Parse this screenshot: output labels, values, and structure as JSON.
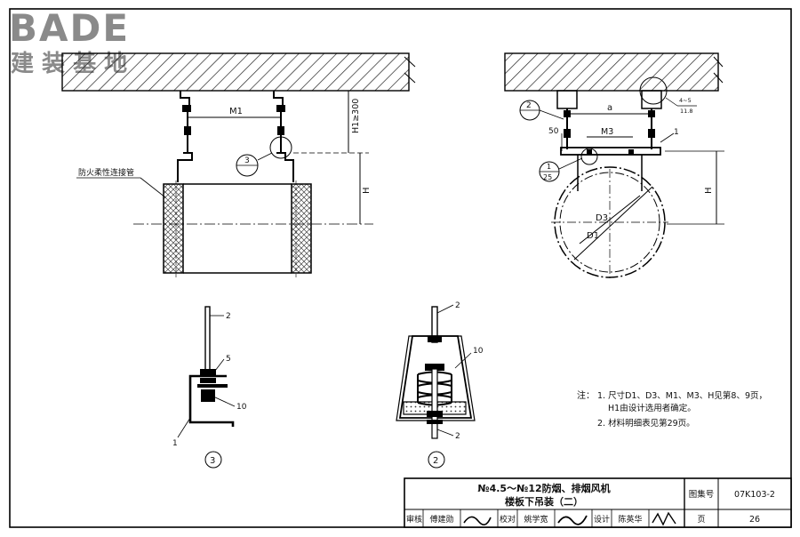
{
  "watermark": {
    "logo": "BADE",
    "subtitle": "建 装 基 地"
  },
  "left_elevation": {
    "dim_m1": "M1",
    "dim_h1": "H1≥300",
    "dim_h": "H",
    "detail_ref": "3",
    "flex_pipe_label": "防火柔性连接管"
  },
  "right_side": {
    "ref_top": "2",
    "ref_bottom": "1",
    "ref_bottom_den": "25",
    "dim_50": "50",
    "dim_a": "a",
    "dim_m3": "M3",
    "item_1": "1",
    "dim_h": "H",
    "dim_d3": "D3",
    "dim_d1": "D1",
    "ref_pair_top": "4~5",
    "ref_pair_bottom": "11.8",
    "ref_pair_text": "4~5 / 11.8"
  },
  "detail3": {
    "item_2": "2",
    "item_5": "5",
    "item_10": "10",
    "item_1": "1",
    "label": "3"
  },
  "detail2": {
    "item_2_top": "2",
    "item_10": "10",
    "item_2_bottom": "2",
    "label": "2"
  },
  "notes": {
    "heading": "注：",
    "line1": "1. 尺寸D1、D3、M1、M3、H见第8、9页，",
    "line2": "H1由设计选用者确定。",
    "line3": "2. 材料明细表见第29页。"
  },
  "title_block": {
    "title_line1": "№4.5～№12防烟、排烟风机",
    "title_line2": "楼板下吊装（二）",
    "atlas_label": "图集号",
    "atlas_no": "07K103-2",
    "review_label": "审核",
    "reviewer": "傅建勋",
    "check_label": "校对",
    "checker": "姚学宽",
    "design_label": "设计",
    "designer": "陈英华",
    "page_label": "页",
    "page_no": "26"
  }
}
